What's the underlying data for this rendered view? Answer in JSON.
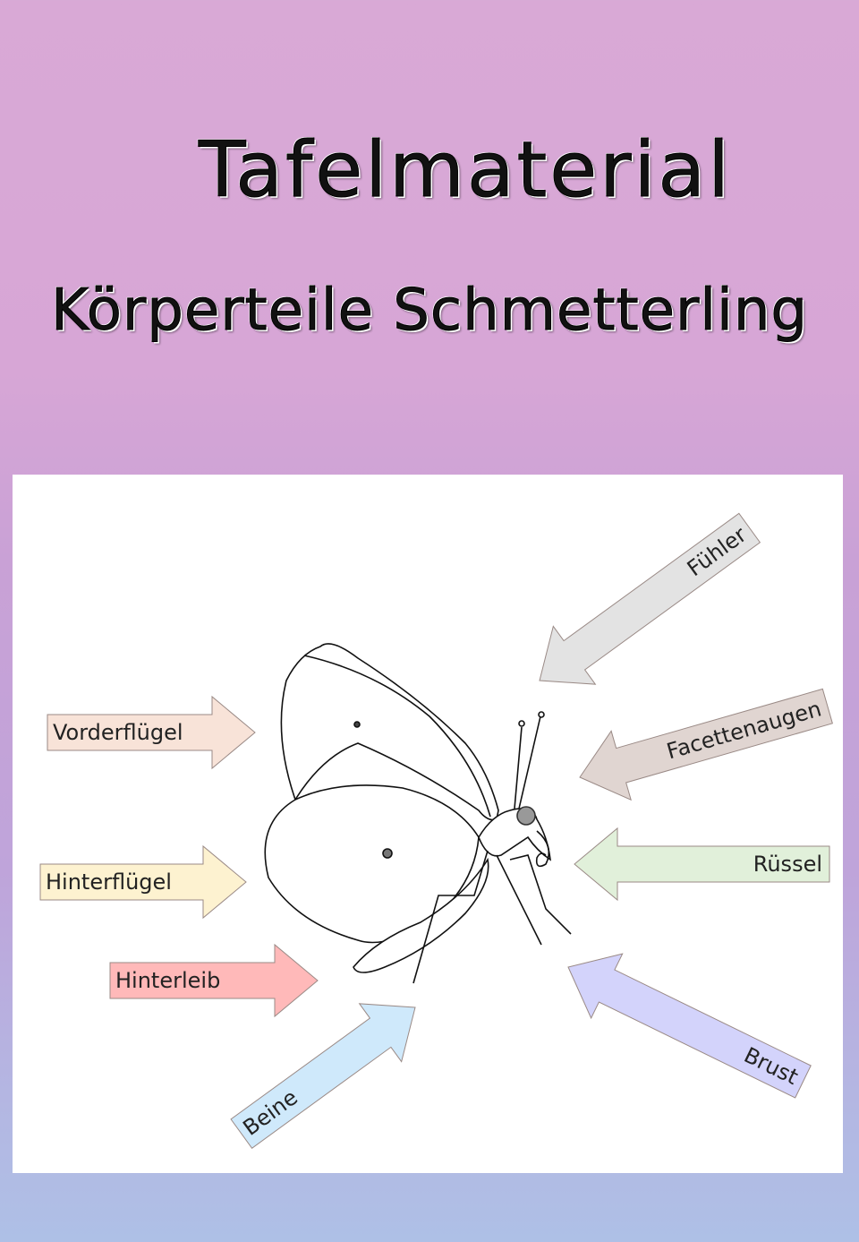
{
  "title": "Tafelmaterial",
  "subtitle": "Körperteile Schmetterling",
  "labels": {
    "vorderfluegel": {
      "text": "Vorderflügel",
      "color": "#f8e3d8"
    },
    "hinterfluegel": {
      "text": "Hinterflügel",
      "color": "#fdf2d0"
    },
    "hinterleib": {
      "text": "Hinterleib",
      "color": "#ffb9b9"
    },
    "beine": {
      "text": "Beine",
      "color": "#cfe9fb"
    },
    "fuehler": {
      "text": "Fühler",
      "color": "#e3e3e3"
    },
    "facettenaugen": {
      "text": "Facettenaugen",
      "color": "#e0d5d1"
    },
    "ruessel": {
      "text": "Rüssel",
      "color": "#e1f0da"
    },
    "brust": {
      "text": "Brust",
      "color": "#d3d3fb"
    }
  }
}
